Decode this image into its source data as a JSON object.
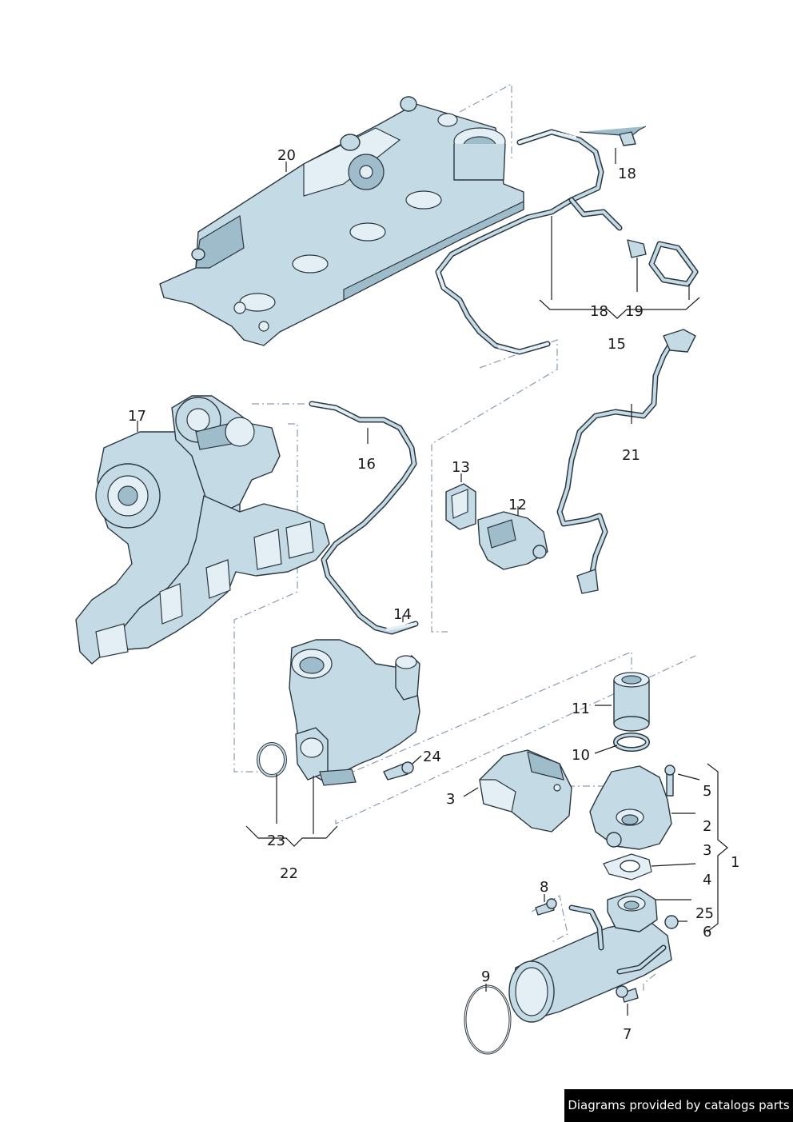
{
  "watermark": "Diagrams provided by catalogs parts",
  "labels": {
    "l20": "20",
    "l18a": "18",
    "l18b": "18",
    "l19": "19",
    "l15": "15",
    "l17": "17",
    "l16": "16",
    "l21": "21",
    "l13": "13",
    "l12": "12",
    "l14": "14",
    "l11": "11",
    "l10": "10",
    "l24": "24",
    "l5": "5",
    "l2": "2",
    "l3a": "3",
    "l3b": "3",
    "l4": "4",
    "l1": "1",
    "l8": "8",
    "l25": "25",
    "l6": "6",
    "l9": "9",
    "l7": "7",
    "l23": "23",
    "l22": "22"
  }
}
